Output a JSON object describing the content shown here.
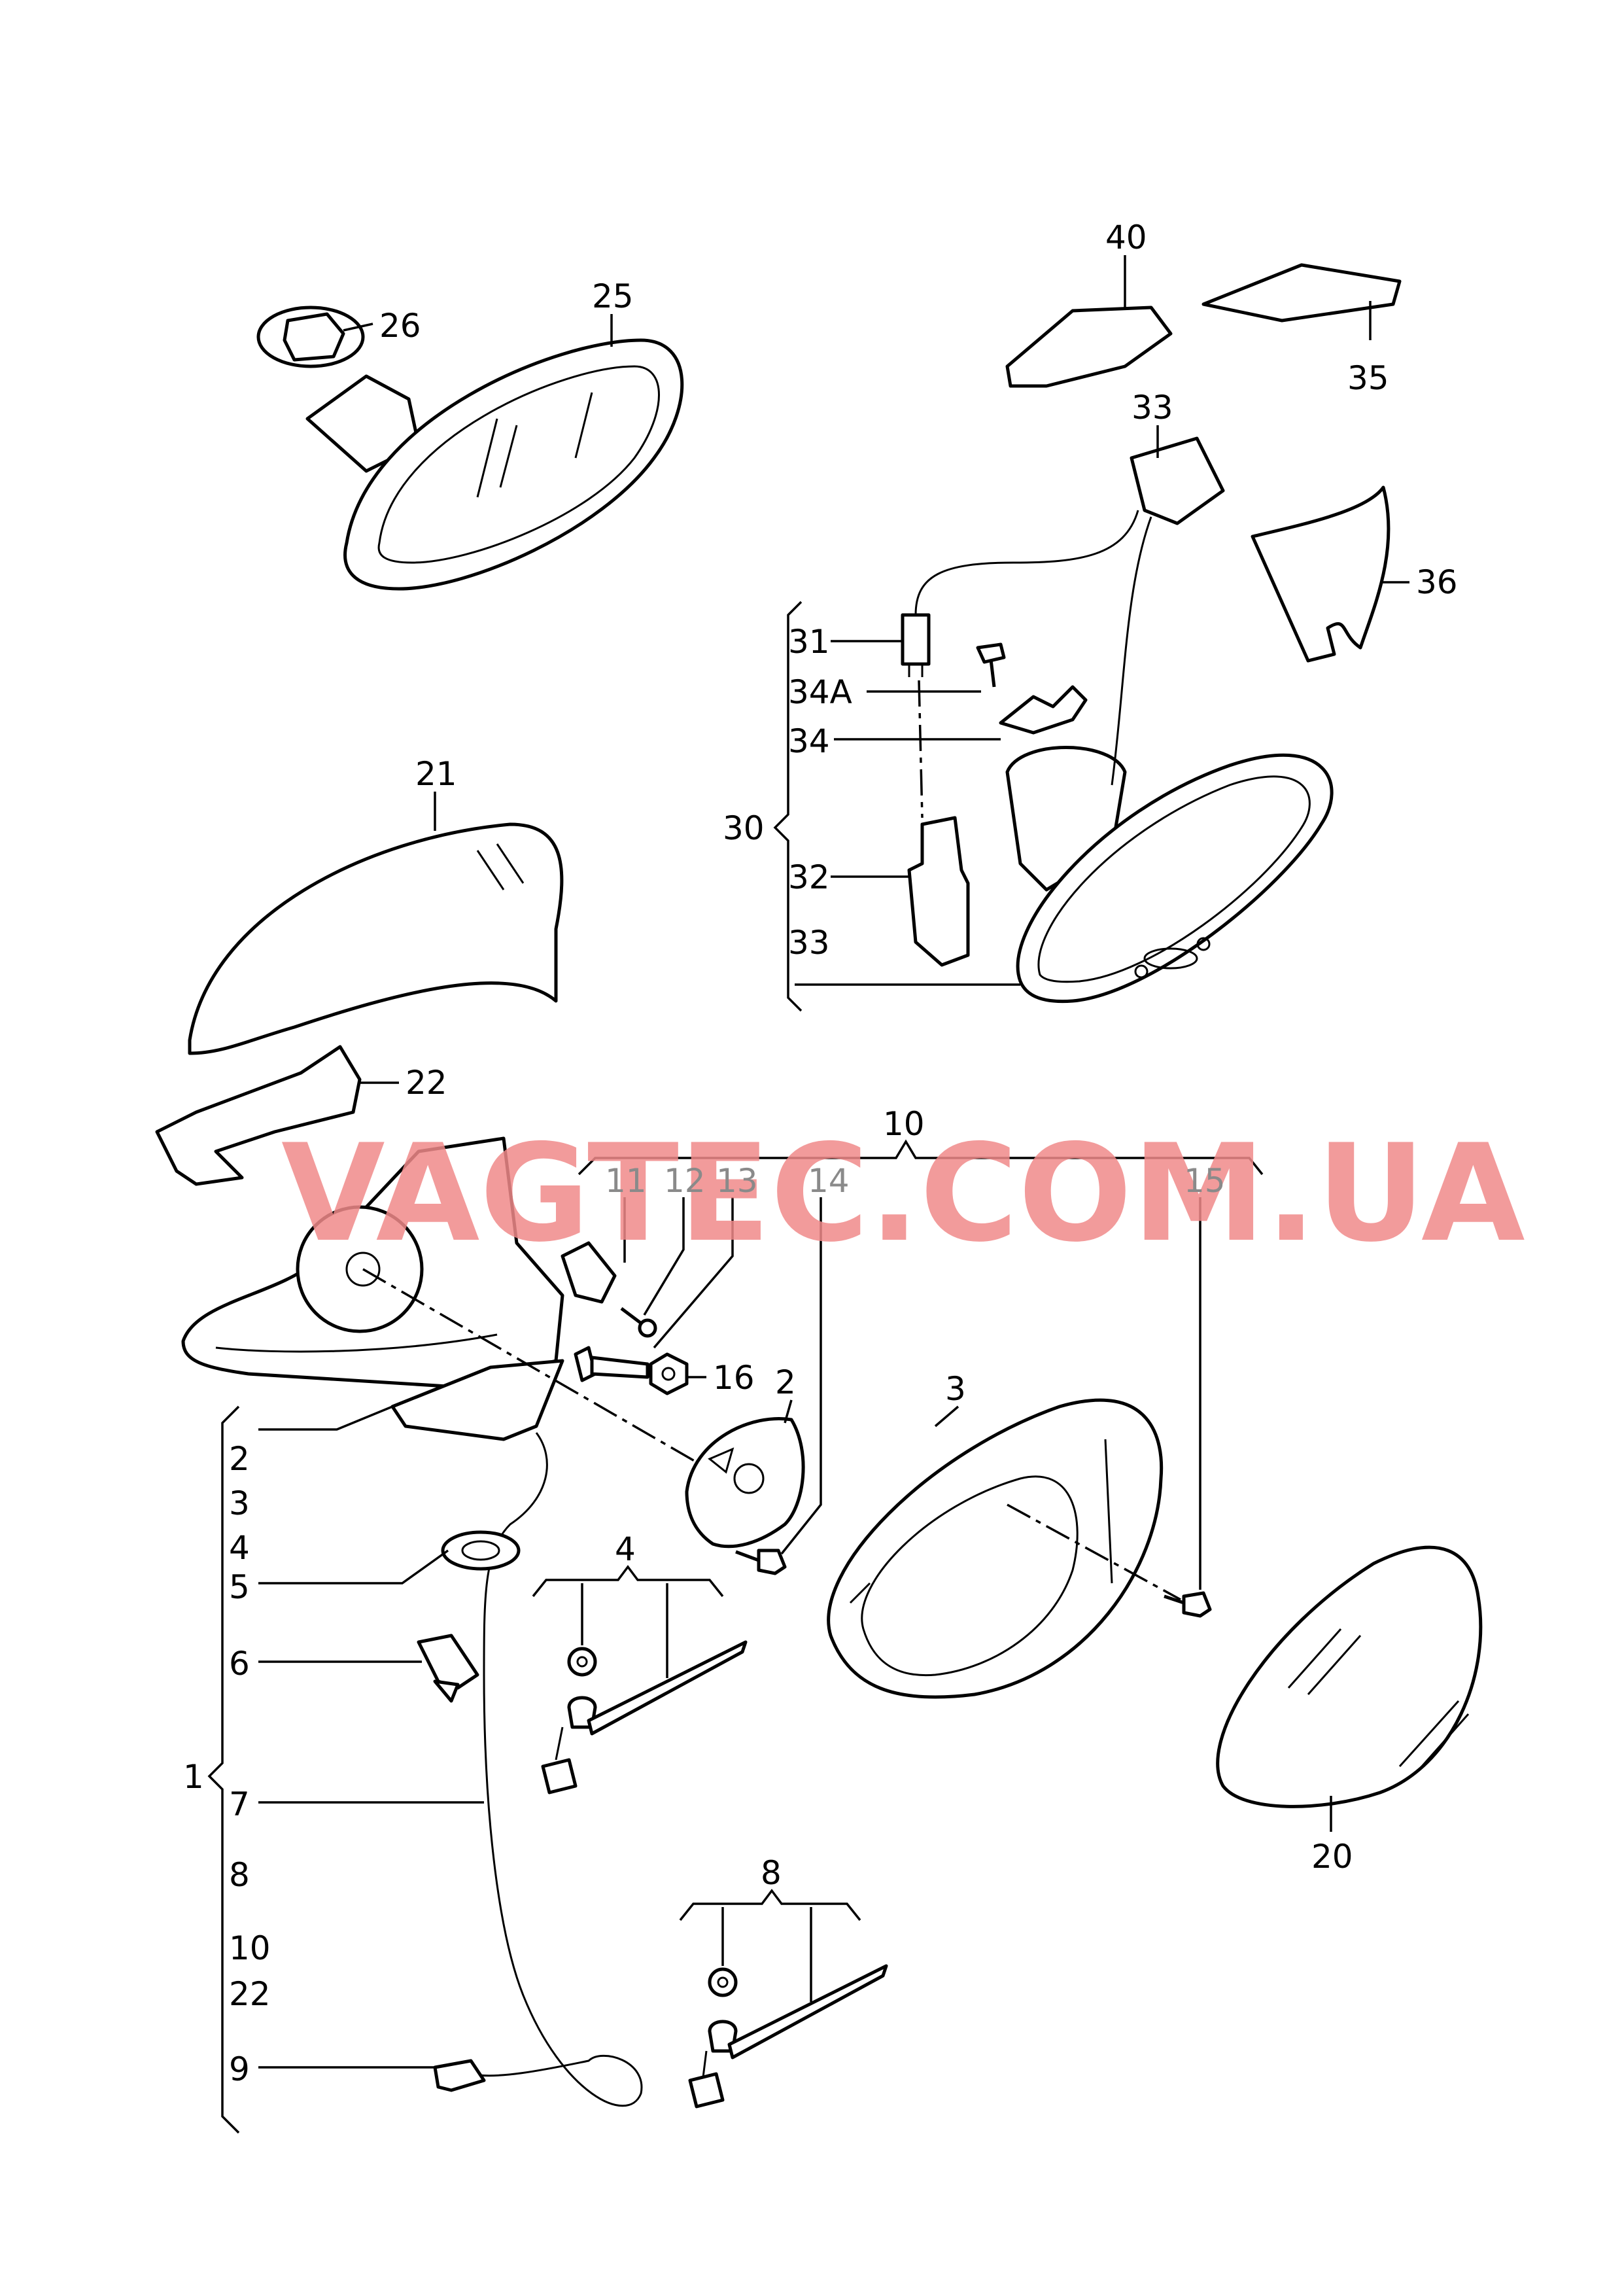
{
  "watermark": "VAGTEC.COM.UA",
  "colors": {
    "line": "#000000",
    "watermark": "#f08a8a",
    "background": "#ffffff"
  },
  "labels": {
    "l40": "40",
    "l35": "35",
    "l33a": "33",
    "l36": "36",
    "l26": "26",
    "l25": "25",
    "l31": "31",
    "l34A": "34A",
    "l34": "34",
    "l30": "30",
    "l32": "32",
    "l33b": "33",
    "l21": "21",
    "l22": "22",
    "l10": "10",
    "l11": "11",
    "l12": "12",
    "l13": "13",
    "l14": "14",
    "l15": "15",
    "l16": "16",
    "l2a": "2",
    "l3a": "3",
    "l2b": "2",
    "l3b": "3",
    "l4a": "4",
    "l5": "5",
    "l6": "6",
    "l4b": "4",
    "l1": "1",
    "l7": "7",
    "l8a": "8",
    "l10b": "10",
    "l22b": "22",
    "l9": "9",
    "l8b": "8",
    "l20": "20"
  }
}
